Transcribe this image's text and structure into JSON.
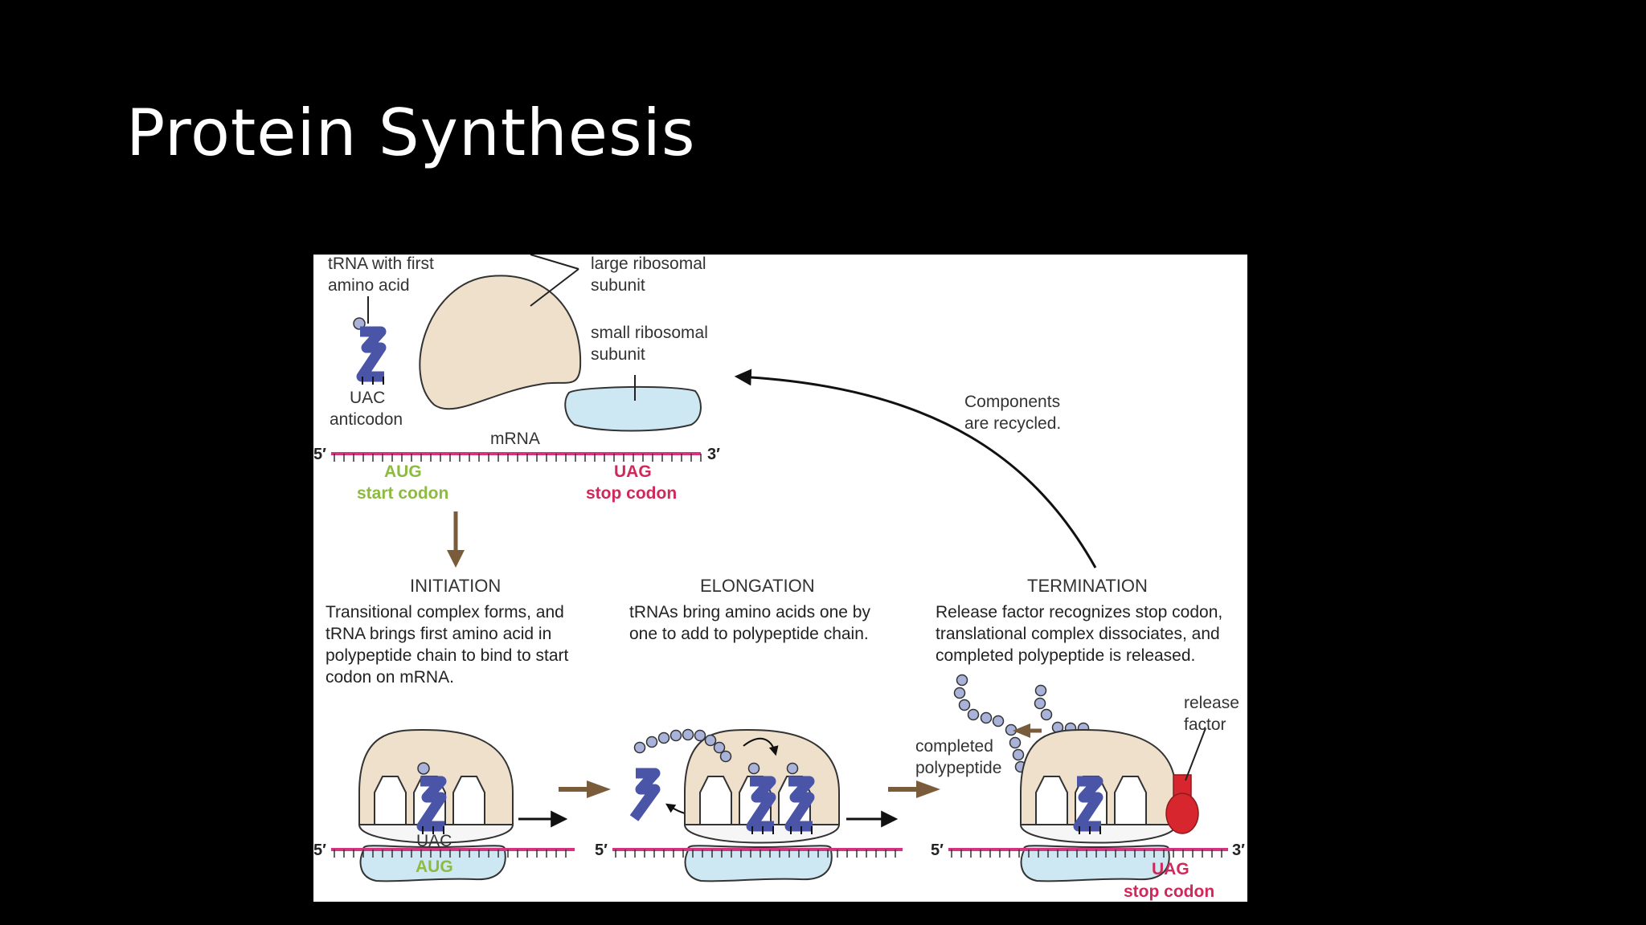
{
  "slide": {
    "title": "Protein Synthesis"
  },
  "figure": {
    "top": {
      "trna_label": [
        "tRNA with first",
        "amino acid"
      ],
      "anticodon_seq": "UAC",
      "anticodon_label": "anticodon",
      "large_subunit_label": [
        "large ribosomal",
        "subunit"
      ],
      "small_subunit_label": [
        "small ribosomal",
        "subunit"
      ],
      "mrna_label": "mRNA",
      "five_prime": "5′",
      "three_prime": "3′",
      "start_codon_seq": "AUG",
      "start_codon_label": "start codon",
      "stop_codon_seq": "UAG",
      "stop_codon_label": "stop codon",
      "recycle_label": [
        "Components",
        "are recycled."
      ]
    },
    "stages": {
      "initiation": {
        "heading": "INITIATION",
        "desc": [
          "Transitional complex forms, and",
          "tRNA brings first amino acid in",
          "polypeptide chain to bind to start",
          "codon on mRNA."
        ],
        "anticodon": "UAC",
        "codon": "AUG",
        "five_prime": "5′"
      },
      "elongation": {
        "heading": "ELONGATION",
        "desc": [
          "tRNAs bring amino acids one by",
          "one to add to polypeptide chain."
        ],
        "five_prime": "5′"
      },
      "termination": {
        "heading": "TERMINATION",
        "desc": [
          "Release factor recognizes stop codon,",
          "translational complex dissociates, and",
          "completed polypeptide is released."
        ],
        "release_factor_label": [
          "release",
          "factor"
        ],
        "polypeptide_label": [
          "completed",
          "polypeptide"
        ],
        "codon": "UAG",
        "stop_label": "stop codon",
        "five_prime": "5′",
        "three_prime": "3′"
      }
    },
    "colors": {
      "mrna": "#d6337f",
      "large_subunit": "#efe0cc",
      "small_subunit": "#cde8f2",
      "trna": "#4a55a8",
      "release_factor": "#d8262e",
      "start_codon": "#8dbb3f",
      "stop_codon": "#d0285a",
      "process_arrow": "#7a5c3a"
    }
  }
}
